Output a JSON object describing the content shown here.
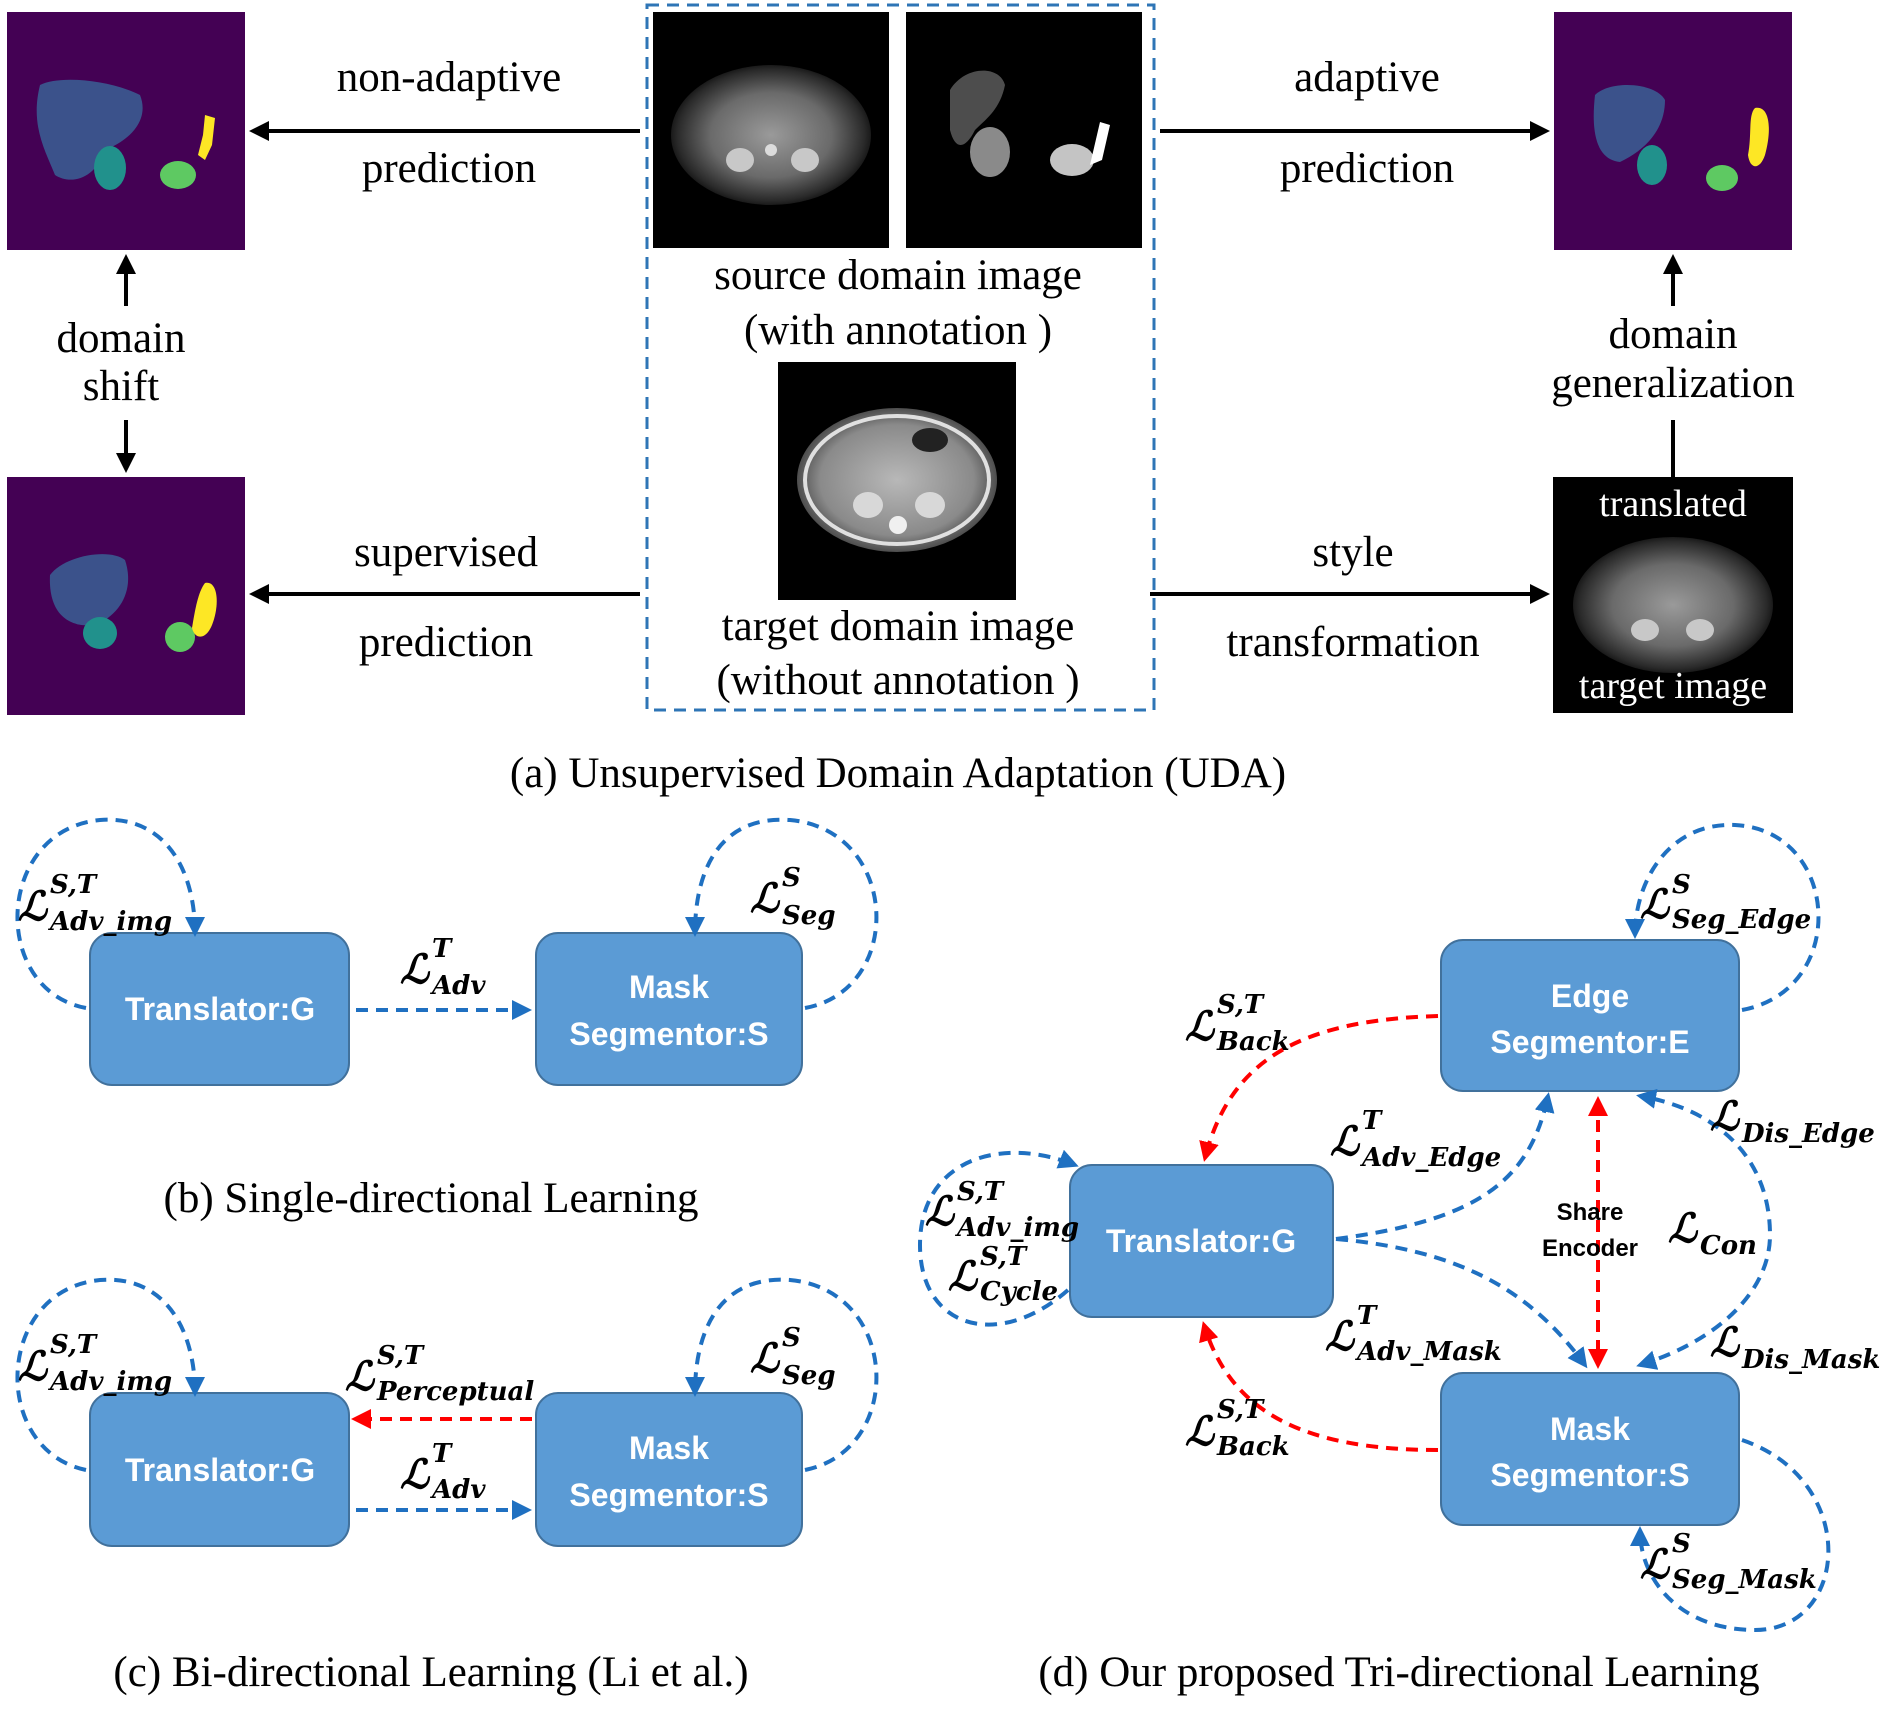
{
  "panel_a": {
    "caption": "(a) Unsupervised Domain Adaptation (UDA)",
    "top_left_arrow": [
      "non-adaptive",
      "prediction"
    ],
    "top_right_arrow": [
      "adaptive",
      "prediction"
    ],
    "bottom_left_arrow": [
      "supervised",
      "prediction"
    ],
    "bottom_right_arrow": [
      "style",
      "transformation"
    ],
    "left_vertical": [
      "domain",
      "shift"
    ],
    "right_vertical": [
      "domain",
      "generalization"
    ],
    "source_caption": [
      "source domain image",
      "(with annotation )"
    ],
    "target_caption": [
      "target domain image",
      "(without annotation )"
    ],
    "translated_top": "translated",
    "translated_bottom": "target image"
  },
  "panel_b": {
    "caption": "(b) Single-directional Learning",
    "translator": "Translator:G",
    "mask": [
      "Mask",
      "Segmentor:S"
    ],
    "loss_self_g": {
      "sym": "ℒ",
      "sup": "S,T",
      "sub": "Adv_img"
    },
    "loss_self_s": {
      "sym": "ℒ",
      "sup": "S",
      "sub": "Seg"
    },
    "loss_adv": {
      "sym": "ℒ",
      "sup": "T",
      "sub": "Adv"
    }
  },
  "panel_c": {
    "caption": "(c) Bi-directional Learning (Li et al.)",
    "translator": "Translator:G",
    "mask": [
      "Mask",
      "Segmentor:S"
    ],
    "loss_self_g": {
      "sym": "ℒ",
      "sup": "S,T",
      "sub": "Adv_img"
    },
    "loss_self_s": {
      "sym": "ℒ",
      "sup": "S",
      "sub": "Seg"
    },
    "loss_perc": {
      "sym": "ℒ",
      "sup": "S,T",
      "sub": "Perceptual"
    },
    "loss_adv": {
      "sym": "ℒ",
      "sup": "T",
      "sub": "Adv"
    }
  },
  "panel_d": {
    "caption": "(d) Our proposed Tri-directional Learning",
    "translator": "Translator:G",
    "edge": [
      "Edge",
      "Segmentor:E"
    ],
    "mask": [
      "Mask",
      "Segmentor:S"
    ],
    "share": [
      "Share",
      "Encoder"
    ],
    "loss_seg_edge": {
      "sym": "ℒ",
      "sup": "S",
      "sub": "Seg_Edge"
    },
    "loss_back_top": {
      "sym": "ℒ",
      "sup": "S,T",
      "sub": "Back"
    },
    "loss_adv_edge": {
      "sym": "ℒ",
      "sup": "T",
      "sub": "Adv_Edge"
    },
    "loss_dis_edge": {
      "sym": "ℒ",
      "sub": "Dis_Edge"
    },
    "loss_adv_img": {
      "sym": "ℒ",
      "sup": "S,T",
      "sub": "Adv_img"
    },
    "loss_cycle": {
      "sym": "ℒ",
      "sup": "S,T",
      "sub": "Cycle"
    },
    "loss_con": {
      "sym": "ℒ",
      "sub": "Con"
    },
    "loss_adv_mask": {
      "sym": "ℒ",
      "sup": "T",
      "sub": "Adv_Mask"
    },
    "loss_dis_mask": {
      "sym": "ℒ",
      "sub": "Dis_Mask"
    },
    "loss_back_bottom": {
      "sym": "ℒ",
      "sup": "S,T",
      "sub": "Back"
    },
    "loss_seg_mask": {
      "sym": "ℒ",
      "sup": "S",
      "sub": "Seg_Mask"
    }
  },
  "colors": {
    "box_fill": "#5b9bd5",
    "box_stroke": "#41719c",
    "blue_arrow": "#1f70c1",
    "red_arrow": "#ff0000",
    "seg_bg": "#440154",
    "liver": "#3b528b",
    "kidney_r": "#21918c",
    "kidney_l": "#5ec962",
    "spleen": "#fde725",
    "dashed_frame": "#2e75b6"
  }
}
